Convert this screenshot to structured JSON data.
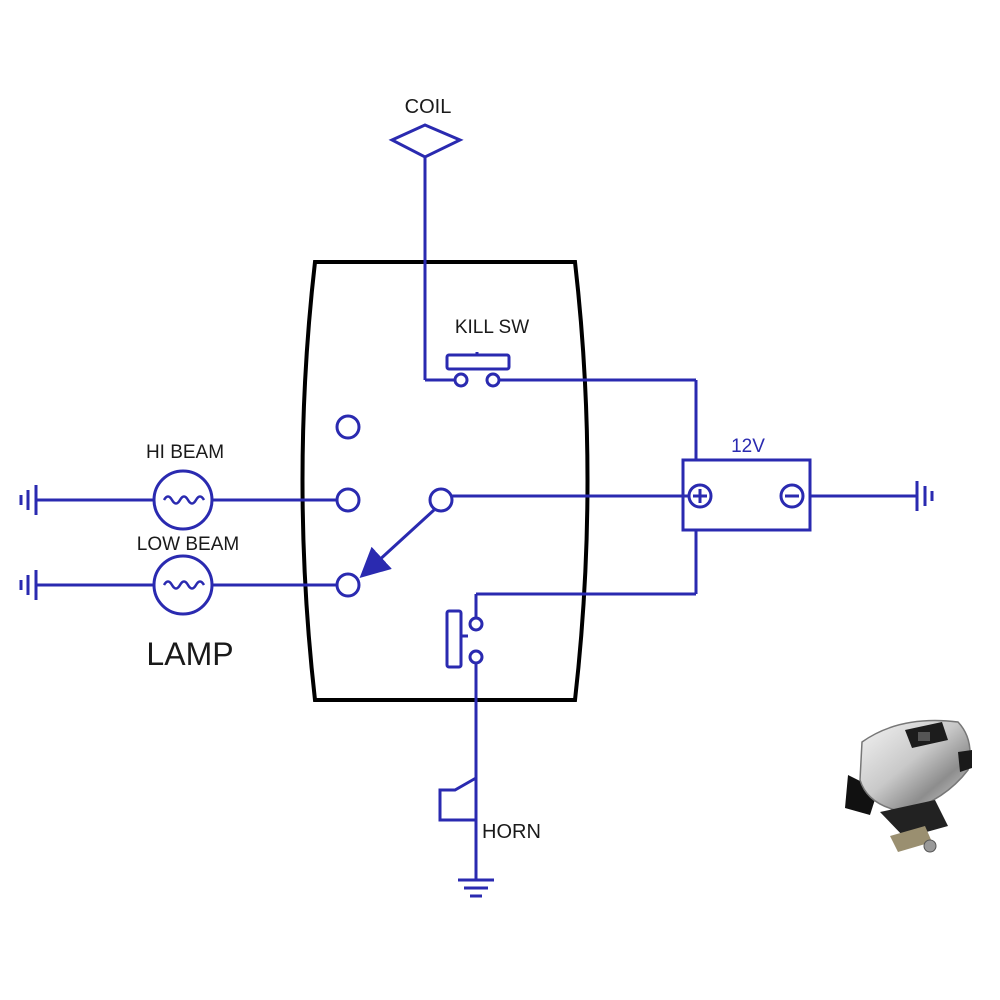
{
  "labels": {
    "coil": "COIL",
    "kill_sw": "KILL SW",
    "hi_beam": "HI BEAM",
    "low_beam": "LOW BEAM",
    "lamp": "LAMP",
    "battery_voltage": "12V",
    "horn": "HORN"
  },
  "colors": {
    "wire": "#2a2ab0",
    "body_outline": "#000000",
    "text": "#1a1a1a",
    "background": "#ffffff"
  },
  "icons": [
    "coil-diamond-icon",
    "ground-icon",
    "lamp-bulb-icon",
    "battery-icon",
    "horn-icon",
    "switch-photo-icon"
  ]
}
